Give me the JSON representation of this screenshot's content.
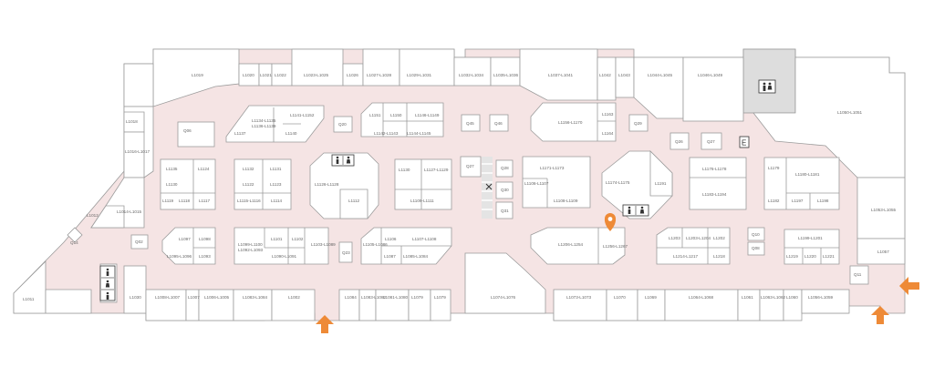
{
  "map": {
    "colors": {
      "corridor": "#f5e4e4",
      "unit": "#ffffff",
      "outline": "#9b9b9b",
      "restroom": "#dddddd",
      "accent": "#ee8a37",
      "text": "#666666"
    },
    "labels": {
      "L1019": "L1019",
      "L1020": "L1020",
      "L1021": "L1021",
      "L1022": "L1022",
      "L1023": "L1023-L1025",
      "L1026": "L1026",
      "L1027": "L1027-L1028",
      "L1029": "L1029-L1031",
      "L1032": "L1032-L1034",
      "L1035": "L1035-L1036",
      "L1037": "L1037-L1041",
      "L1042": "L1042",
      "L1043": "L1043",
      "L1044": "L1044-L1045",
      "L1046": "L1046-L1049",
      "L1050": "L1050-L1051",
      "L1018": "L1018",
      "L1016": "L1016-L1017",
      "L1014": "L1014-L1015",
      "L1012": "L1012",
      "L1011": "L1011",
      "L1030": "L1030",
      "L1134": "L1134-L1135",
      "L1136": "L1136-L1139",
      "L1137": "L1137",
      "L1140": "L1140",
      "L1141": "L1141-L1152",
      "L1151": "L1151",
      "L1150": "L1150",
      "L1146": "L1146-L1149",
      "L1142": "L1142-L1143",
      "L1144": "L1144-L1145",
      "L1156": "L1156-L1170",
      "L1163": "L1163",
      "L1164": "L1164",
      "L1135": "L1135",
      "L1124": "L1124",
      "L1130": "L1130",
      "L1119": "L1119",
      "L1118": "L1118",
      "L1117": "L1117",
      "L1132": "L1132",
      "L1131": "L1131",
      "L1122": "L1122",
      "L1123": "L1123",
      "L1115": "L1115-L1116",
      "L1114": "L1114",
      "L1126": "L1126-L1128",
      "L1112": "L1112",
      "L1130b": "L1130",
      "L1127": "L1127-L1129",
      "L1109": "L1109-L1111",
      "L1171": "L1171-L1173",
      "L1106": "L1106-L1107",
      "L1108": "L1108-L1109",
      "L1174": "L1174-L1175",
      "L1191": "L1191",
      "L1176": "L1176-L1178",
      "L1183": "L1183-L1194",
      "L1179": "L1179",
      "L1180": "L1180-L1181",
      "L1182": "L1182",
      "L1197": "L1197",
      "L1198": "L1198",
      "L1183b": "L1183-L1201",
      "L1097": "L1097",
      "L1098": "L1098",
      "L1095": "L1095-L1096",
      "L1093": "L1093",
      "L1099": "L1099-L1100",
      "L1092": "L1092-L1093",
      "L1101": "L1101",
      "L1102": "L1102",
      "L1103": "L1103-L1089",
      "L1090": "L1090-L1091",
      "L1105": "L1105-L1086",
      "L1106b": "L1106",
      "L1107": "L1107-L1108",
      "L1087": "L1087",
      "L1085": "L1085-L1084",
      "L1206": "L1206-L1254",
      "L1256": "L1256-L1267",
      "L1203": "L1203",
      "L1203b": "L1203-L1204",
      "L1202": "L1202",
      "L1214": "L1214-L1217",
      "L1218": "L1218",
      "L1199": "L1199-L1201",
      "L1219": "L1219",
      "L1220": "L1220",
      "L1221": "L1221",
      "L1057": "L1057",
      "L1008": "L1008-L1007",
      "L1007": "L1007",
      "L1006": "L1006-L1005",
      "L1083": "L1083-L1084",
      "L1002": "L1002",
      "L1084": "L1084",
      "L1083b": "L1083-L1082",
      "L1081": "L1081-L1080",
      "L1079": "L1079",
      "L1074": "L1074-L1076",
      "L1073": "L1073-L1073",
      "L1070": "L1070",
      "L1069": "L1069",
      "L1064": "L1064-L1068",
      "L1061": "L1061",
      "L1063": "L1063-L1062",
      "L1060": "L1060",
      "L1056": "L1056-L1059",
      "L1053": "L1053-L1055",
      "Q06": "Q06",
      "Q20": "Q20",
      "Q45": "Q45",
      "Q46": "Q46",
      "Q29": "Q29",
      "Q26": "Q26",
      "Q27": "Q27",
      "Q16": "Q16",
      "Q28": "Q28",
      "Q27b": "Q27",
      "Q30": "Q30",
      "Q31": "Q31",
      "Q23": "Q23",
      "Q08": "Q08",
      "Q10": "Q10",
      "Q14": "Q14",
      "Q02": "Q02",
      "Q11": "Q11",
      "Q12": "Q12",
      "E": "E"
    }
  }
}
